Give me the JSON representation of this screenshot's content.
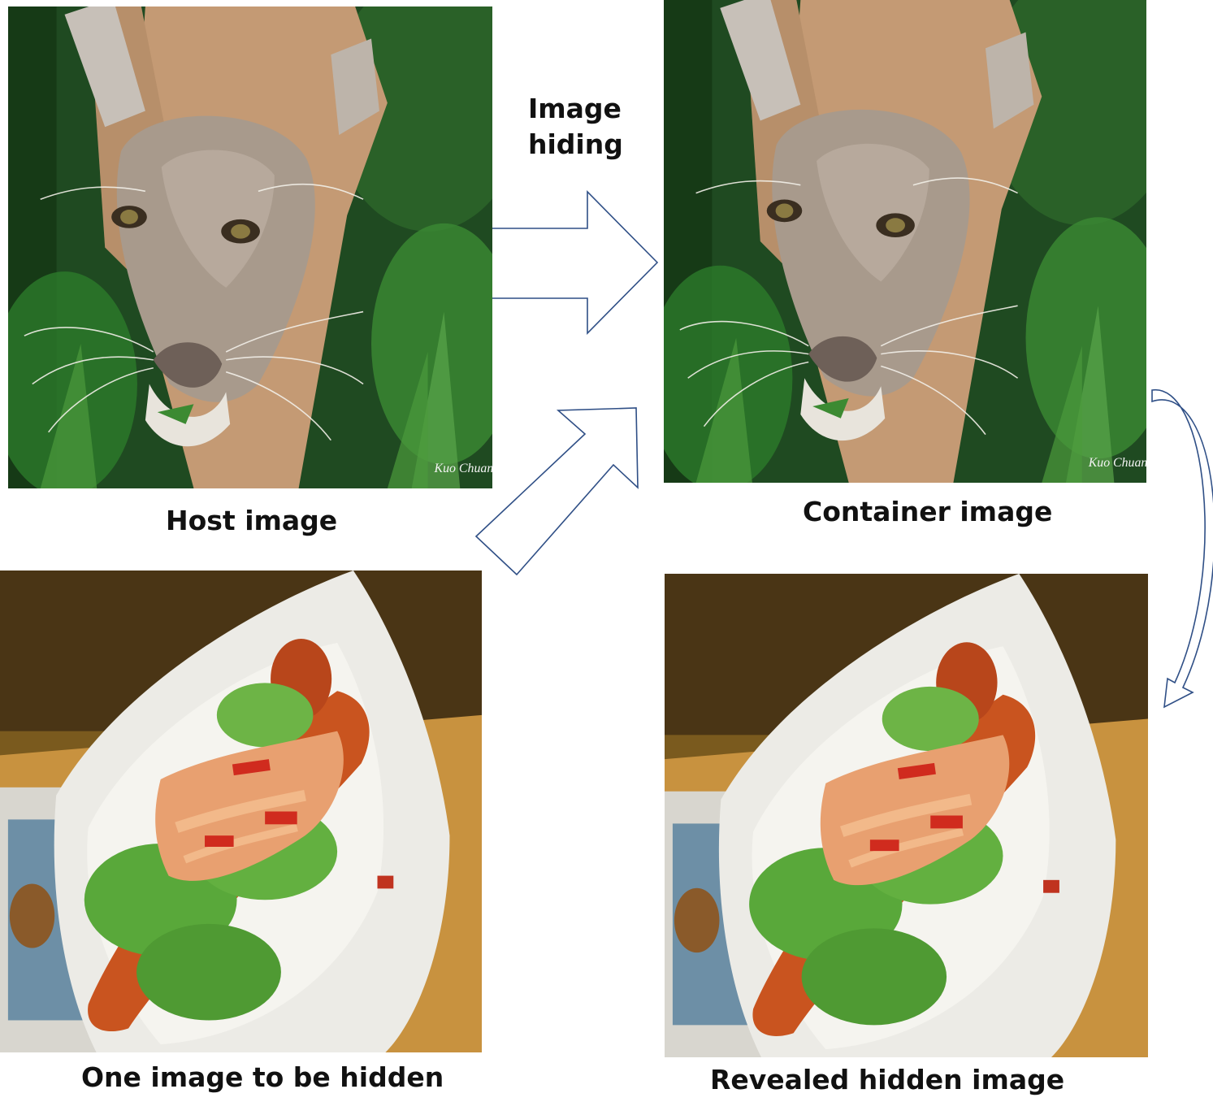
{
  "diagram": {
    "step_label_lines": [
      "Image",
      "hiding"
    ],
    "captions": {
      "host": "Host image",
      "container": "Container image",
      "secret": "One image to be hidden",
      "revealed": "Revealed hidden image"
    },
    "photo_subjects": {
      "host": "cougar",
      "container": "cougar",
      "secret": "hot dog",
      "revealed": "hot dog"
    },
    "watermark": "Kuo Chuan",
    "colors": {
      "arrow_stroke": "#2f4f86",
      "caption_text": "#111111"
    }
  }
}
